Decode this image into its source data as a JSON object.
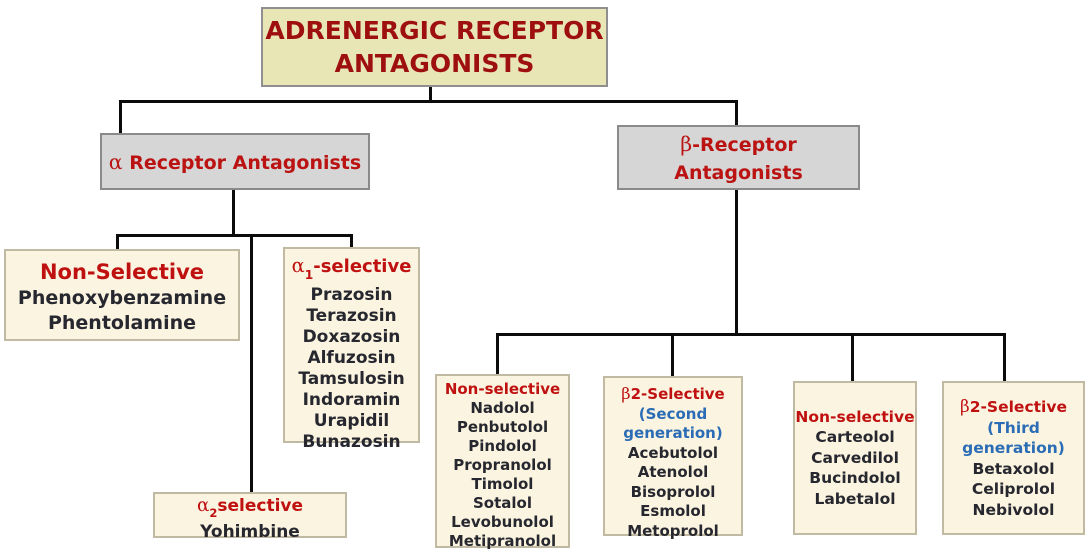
{
  "title": {
    "line1": "ADRENERGIC RECEPTOR",
    "line2": "ANTAGONISTS"
  },
  "alpha": {
    "header": {
      "sym": "α",
      "rest": " Receptor Antagonists"
    },
    "non_selective": {
      "header": "Non-Selective",
      "drugs": [
        "Phenoxybenzamine",
        "Phentolamine"
      ]
    },
    "a1": {
      "sym": "α",
      "sub": "1",
      "rest": "-selective",
      "drugs": [
        "Prazosin",
        "Terazosin",
        "Doxazosin",
        "Alfuzosin",
        "Tamsulosin",
        "Indoramin",
        "Urapidil",
        "Bunazosin"
      ]
    },
    "a2": {
      "sym": "α",
      "sub": "2",
      "rest": "selective",
      "drugs": [
        "Yohimbine"
      ]
    }
  },
  "beta": {
    "header": {
      "sym": "β",
      "rest": "-Receptor",
      "line2": "Antagonists"
    },
    "groups": [
      {
        "header": "Non-selective",
        "drugs": [
          "Nadolol",
          "Penbutolol",
          "Pindolol",
          "Propranolol",
          "Timolol",
          "Sotalol",
          "Levobunolol",
          "Metipranolol"
        ]
      },
      {
        "header": {
          "sym": "β",
          "rest": "2-Selective"
        },
        "subheader_lines": [
          "(Second",
          "generation)"
        ],
        "drugs": [
          "Acebutolol",
          "Atenolol",
          "Bisoprolol",
          "Esmolol",
          "Metoprolol"
        ]
      },
      {
        "header": "Non-selective",
        "drugs": [
          "Carteolol",
          "Carvedilol",
          "Bucindolol",
          "Labetalol"
        ]
      },
      {
        "header": {
          "sym": "β",
          "rest": "2-Selective"
        },
        "subheader_lines": [
          "(Third",
          "generation)"
        ],
        "drugs": [
          "Betaxolol",
          "Celiprolol",
          "Nebivolol"
        ]
      }
    ]
  },
  "colors": {
    "title_fill": "#e9e6b6",
    "title_text": "#9e0f0f",
    "gray_fill": "#d6d6d6",
    "gray_text": "#ba1312",
    "cream_fill": "#fbf4e0",
    "cream_border": "#c1baa2",
    "header_red": "#c01111",
    "subheader_blue": "#2a6cb5",
    "drug_text": "#26272f",
    "connector": "#0b0b0b"
  }
}
